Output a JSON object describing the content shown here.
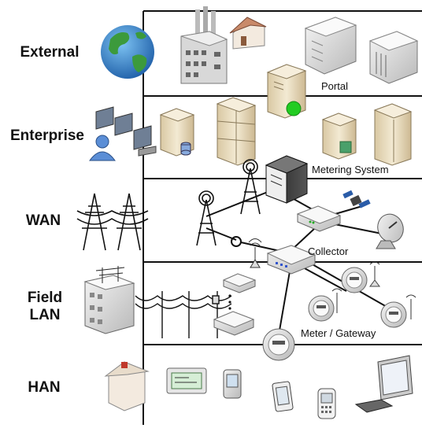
{
  "layers": [
    {
      "id": "external",
      "label": "External"
    },
    {
      "id": "enterprise",
      "label": "Enterprise"
    },
    {
      "id": "wan",
      "label": "WAN"
    },
    {
      "id": "field_lan",
      "label_line1": "Field",
      "label_line2": "LAN"
    },
    {
      "id": "han",
      "label": "HAN"
    }
  ],
  "tags": {
    "portal": "Portal",
    "metering_system": "Metering System",
    "collector": "Collector",
    "meter_gateway": "Meter / Gateway"
  },
  "colors": {
    "band_line": "#111111",
    "server_beige": "#e9dcc0",
    "server_dark": "#3a3a3a",
    "globe_ocean": "#3a8fd6",
    "globe_land": "#3c9a3c",
    "status_green": "#22cc22",
    "device_gray": "#d9d9d9",
    "roof_red": "#c0392b"
  },
  "icons": [
    "globe-icon",
    "factory-icon",
    "house-icon",
    "printer-icon",
    "datacenter-rack-icon",
    "portal-server-icon",
    "workstations-icon",
    "user-icon",
    "database-server-icon",
    "server-stack-icon",
    "server-icon",
    "metering-server-icon",
    "power-tower-icon",
    "radio-tower-icon",
    "satellite-icon",
    "satellite-dish-icon",
    "collector-router-icon",
    "transformer-substation-icon",
    "pole-line-icon",
    "field-router-icon",
    "meter-icon",
    "home-icon",
    "thermostat-display-icon",
    "handheld-icon",
    "tablet-icon",
    "cell-phone-icon",
    "monitor-icon"
  ]
}
